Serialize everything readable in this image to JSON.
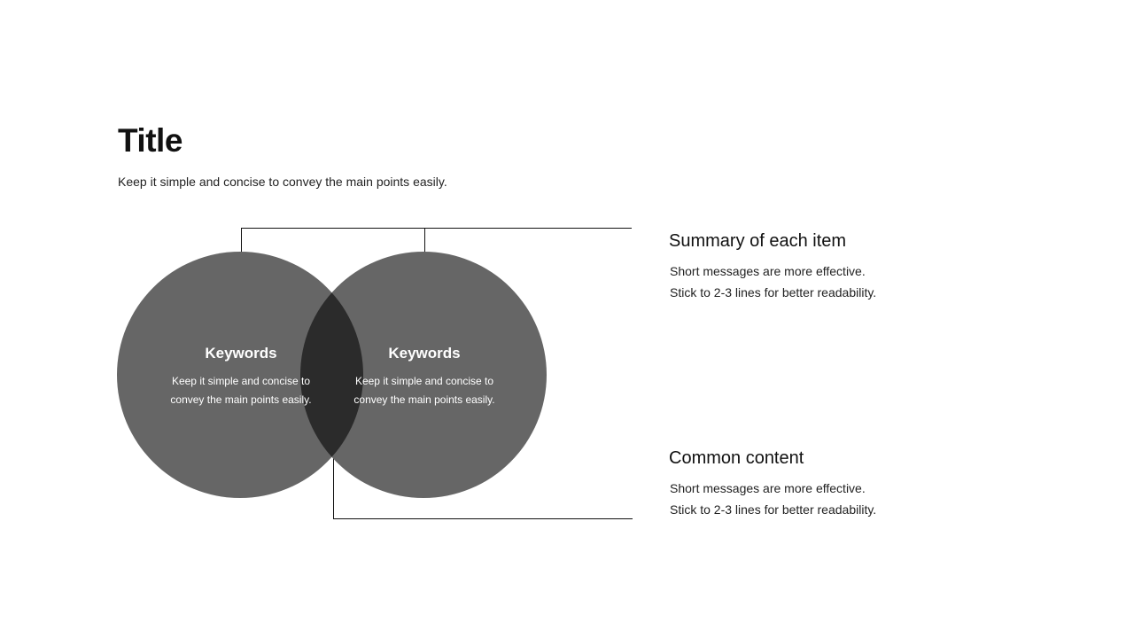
{
  "slide": {
    "title": "Title",
    "subtitle": "Keep it simple and concise to convey the main points easily."
  },
  "venn": {
    "left": {
      "keyword": "Keywords",
      "desc_line1": "Keep it simple and concise to",
      "desc_line2": "convey the main points easily."
    },
    "right": {
      "keyword": "Keywords",
      "desc_line1": "Keep it simple and concise to",
      "desc_line2": "convey the main points easily."
    },
    "colors": {
      "circle": "#666666",
      "overlap": "#2b2b2b",
      "text": "#ffffff",
      "connector": "#111111"
    }
  },
  "summary": {
    "heading": "Summary of each item",
    "line1": "Short messages are more effective.",
    "line2": "Stick to 2-3 lines for better readability."
  },
  "common": {
    "heading": "Common content",
    "line1": "Short messages are more effective.",
    "line2": "Stick to 2-3 lines for better readability."
  }
}
